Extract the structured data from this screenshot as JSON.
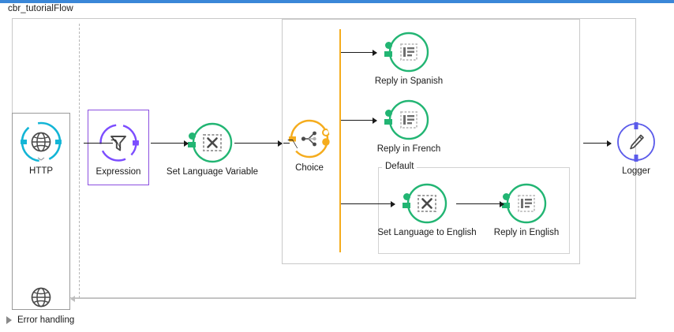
{
  "window": {
    "title": "cbr_tutorialFlow",
    "accent_color": "#3a87d8"
  },
  "colors": {
    "http_cyan": "#13b5d6",
    "expression_purple": "#7c4dff",
    "green": "#22b573",
    "choice_orange": "#f5ac1d",
    "logger_blue": "#5b5bea",
    "border_gray": "#c9c9c9",
    "text": "#1a1a1a"
  },
  "canvas": {
    "source_box": {
      "name": "http-source-container"
    },
    "scope_box": {
      "name": "choice-scope-container"
    },
    "default_box": {
      "label": "Default"
    }
  },
  "nodes": [
    {
      "id": "http",
      "label": "HTTP",
      "icon": "globe-icon",
      "color": "#13b5d6"
    },
    {
      "id": "expression",
      "label": "Expression",
      "icon": "filter-icon",
      "color": "#7c4dff"
    },
    {
      "id": "set_lang",
      "label": "Set Language Variable",
      "icon": "variable-icon",
      "color": "#22b573"
    },
    {
      "id": "choice",
      "label": "Choice",
      "icon": "branch-icon",
      "color": "#f5ac1d"
    },
    {
      "id": "reply_es",
      "label": "Reply in Spanish",
      "icon": "document-icon",
      "color": "#22b573"
    },
    {
      "id": "reply_fr",
      "label": "Reply in French",
      "icon": "document-icon",
      "color": "#22b573"
    },
    {
      "id": "set_lang_en",
      "label": "Set Language to English",
      "icon": "variable-icon",
      "color": "#22b573"
    },
    {
      "id": "reply_en",
      "label": "Reply in English",
      "icon": "document-icon",
      "color": "#22b573"
    },
    {
      "id": "logger",
      "label": "Logger",
      "icon": "pencil-icon",
      "color": "#5b5bea"
    },
    {
      "id": "error_src",
      "label": "",
      "icon": "globe-icon",
      "color": "#4a4a4a"
    }
  ],
  "footer": {
    "error_handling_label": "Error handling",
    "expand_icon": "triangle-right-icon",
    "expanded": false
  }
}
